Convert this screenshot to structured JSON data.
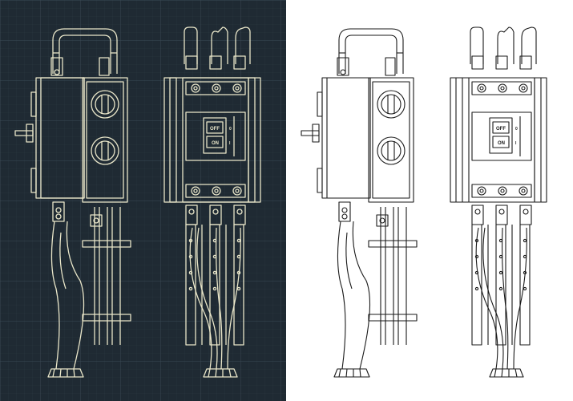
{
  "panels": [
    {
      "id": "dark",
      "background": "#1f2a33",
      "grid_minor": "#2a3640",
      "grid_major": "#34424d",
      "stroke": "#e9e6c9"
    },
    {
      "id": "light",
      "background": "#ffffff",
      "stroke": "#1a1a1a"
    }
  ],
  "views": [
    "side-view",
    "front-view"
  ],
  "breaker": {
    "off_label": "OFF",
    "on_label": "ON",
    "mark_off": "0",
    "mark_on": "I"
  },
  "colors": {
    "dark_bg": "#1f2a33",
    "dark_line": "#e9e6c9",
    "light_bg": "#ffffff",
    "light_line": "#1a1a1a"
  }
}
